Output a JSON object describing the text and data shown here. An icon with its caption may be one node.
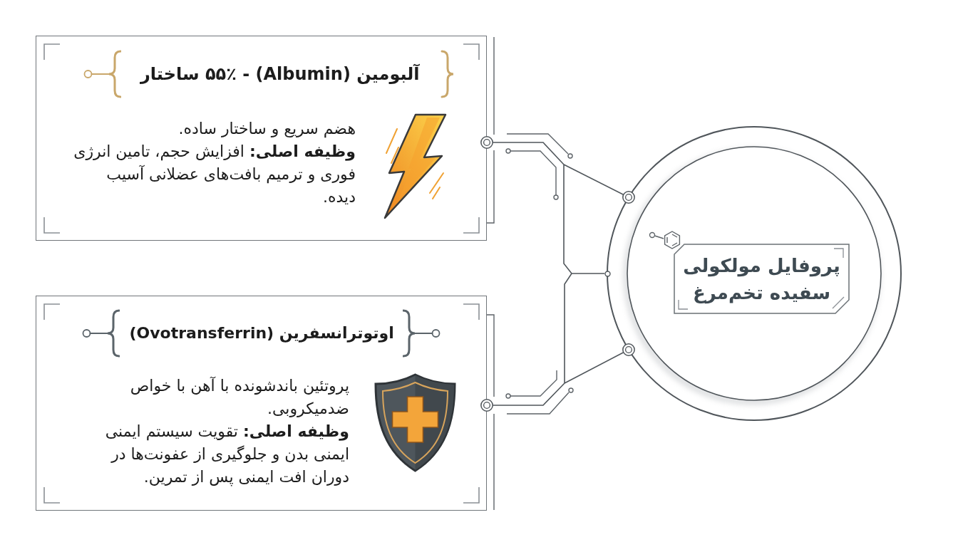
{
  "diagram": {
    "nodes": [
      {
        "text": [
          "آلبومین (Albumin) - ۵۵٪ ساختار",
          "هضم سریع و ساختار ساده.",
          "**وظیفه اصلی:** افزایش حجم، تامین انرژی فوری و ترمیم بافت‌های عضلانی آسیب دیده."
        ]
      },
      {
        "text": [
          "اوتوترانسفرین (Ovotransferrin)",
          "پروتئین باندشونده با آهن با خواص ضدمیکروبی.",
          "**وظیفه اصلی:** تقویت سیستم ایمنی ایمنی بدن و جلوگیری از عفونت‌ها در دوران افت ایمنی پس از تمرین."
        ]
      },
      {
        "text": [],
        "shape": "circle"
      },
      {
        "text": [
          "پروفایل مولکولی سفیده تخم‌مرغ"
        ],
        "in": 2
      }
    ],
    "edges": [
      {
        "from": 0,
        "to": 2,
        "arrow": "other"
      },
      {
        "from": 1,
        "to": 2,
        "arrow": "other"
      }
    ]
  }
}
